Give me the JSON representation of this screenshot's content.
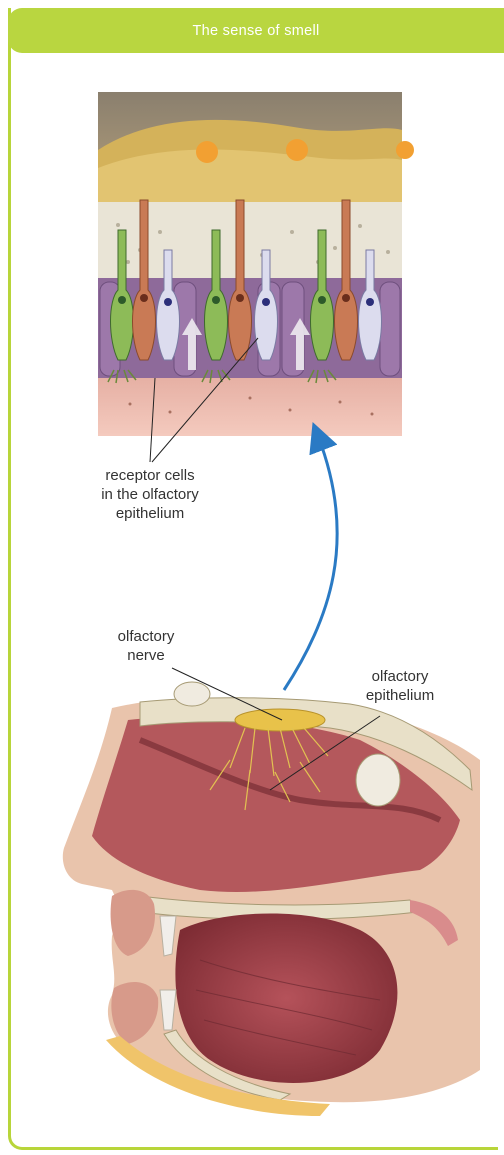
{
  "header": {
    "title": "The sense of smell"
  },
  "labels": {
    "receptor_line1": "receptor cells",
    "receptor_line2": "in the olfactory",
    "receptor_line3": "epithelium",
    "nerve_line1": "olfactory",
    "nerve_line2": "nerve",
    "epithelium_line1": "olfactory",
    "epithelium_line2": "epithelium"
  },
  "colors": {
    "accent": "#b9d640",
    "arrow": "#2a7ac4"
  }
}
